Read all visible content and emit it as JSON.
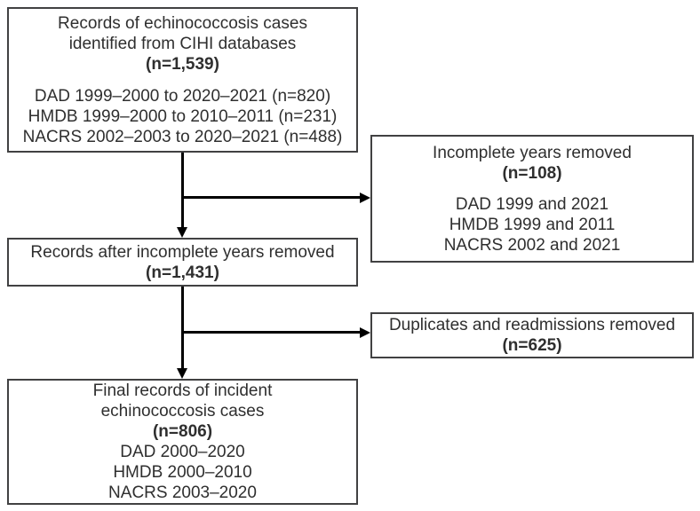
{
  "diagram": {
    "type": "flowchart",
    "colors": {
      "background": "#ffffff",
      "box_border": "#414142",
      "text": "#2f2f2f",
      "arrow": "#000000"
    },
    "boxes": {
      "identification": {
        "title": [
          "Records of echinococcosis cases",
          "identified from CIHI databases"
        ],
        "count": "(n=1,539)",
        "details": [
          "DAD 1999–2000 to 2020–2021 (n=820)",
          "HMDB 1999–2000 to 2010–2011 (n=231)",
          "NACRS 2002–2003 to 2020–2021 (n=488)"
        ]
      },
      "incomplete_removed": {
        "title": [
          "Incomplete years removed"
        ],
        "count": "(n=108)",
        "details": [
          "DAD 1999 and 2021",
          "HMDB 1999 and 2011",
          "NACRS 2002 and 2021"
        ]
      },
      "after_incomplete": {
        "title": [
          "Records after incomplete years removed"
        ],
        "count": "(n=1,431)"
      },
      "duplicates_removed": {
        "title": [
          "Duplicates and readmissions removed"
        ],
        "count": "(n=625)"
      },
      "final": {
        "title": [
          "Final records of incident",
          "echinococcosis cases"
        ],
        "count": "(n=806)",
        "details": [
          "DAD 2000–2020",
          "HMDB 2000–2010",
          "NACRS 2003–2020"
        ]
      }
    },
    "edges": [
      {
        "from": "identification",
        "to": "after_incomplete",
        "direction": "down"
      },
      {
        "from": "identification",
        "to": "incomplete_removed",
        "direction": "right"
      },
      {
        "from": "after_incomplete",
        "to": "final",
        "direction": "down"
      },
      {
        "from": "after_incomplete",
        "to": "duplicates_removed",
        "direction": "right"
      }
    ]
  }
}
